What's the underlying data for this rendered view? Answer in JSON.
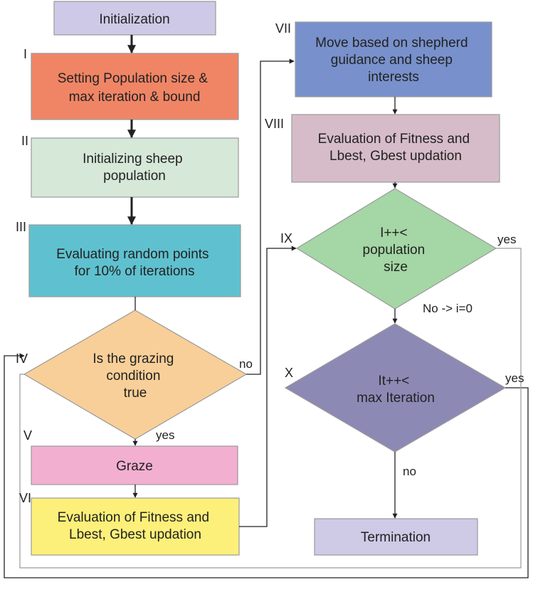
{
  "steps": {
    "init": {
      "lines": [
        "Initialization"
      ],
      "color": "#cfc9e8"
    },
    "s1": {
      "numeral": "I",
      "lines": [
        "Setting Population size &",
        "max iteration & bound"
      ],
      "color": "#f08566"
    },
    "s2": {
      "numeral": "II",
      "lines": [
        "Initializing sheep",
        "population"
      ],
      "color": "#d6e8d8"
    },
    "s3": {
      "numeral": "III",
      "lines": [
        "Evaluating random points",
        "for 10% of iterations"
      ],
      "color": "#5fc1cf"
    },
    "s4": {
      "numeral": "IV",
      "lines": [
        "Is the grazing",
        "condition",
        "true"
      ],
      "color": "#f8cf98"
    },
    "s5": {
      "numeral": "V",
      "lines": [
        "Graze"
      ],
      "color": "#f2afd0"
    },
    "s6": {
      "numeral": "VI",
      "lines": [
        "Evaluation of Fitness  and",
        "Lbest, Gbest updation"
      ],
      "color": "#fdf07a"
    },
    "s7": {
      "numeral": "VII",
      "lines": [
        "Move based on shepherd",
        "guidance and sheep",
        "interests"
      ],
      "color": "#7891cc"
    },
    "s8": {
      "numeral": "VIII",
      "lines": [
        "Evaluation of Fitness  and",
        "Lbest, Gbest updation"
      ],
      "color": "#d6bcc8"
    },
    "s9": {
      "numeral": "IX",
      "lines": [
        "I++<",
        "population",
        "size"
      ],
      "color": "#a5d6a5"
    },
    "s10": {
      "numeral": "X",
      "lines": [
        "It++<",
        "max Iteration"
      ],
      "color": "#8d89b5"
    },
    "term": {
      "lines": [
        "Termination"
      ],
      "color": "#cfcae6"
    }
  },
  "edge_labels": {
    "grazing_no": "no",
    "grazing_yes": "yes",
    "population_yes": "yes",
    "population_no": "No -> i=0",
    "iteration_yes": "yes",
    "iteration_no": "no"
  },
  "colors": {
    "stroke": "#9a9a9a",
    "connector": "#222222"
  }
}
